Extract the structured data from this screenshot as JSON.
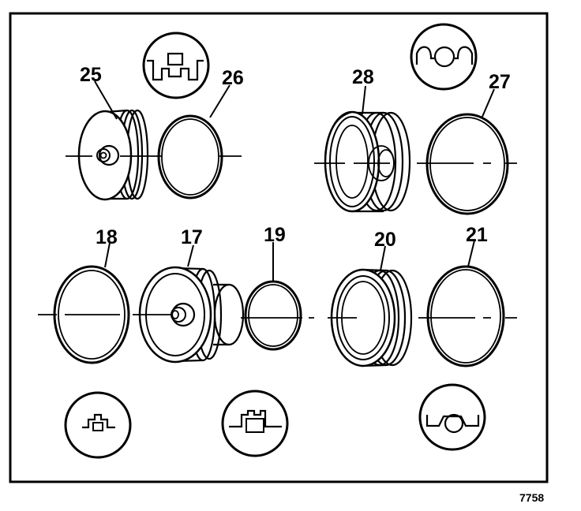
{
  "callouts": {
    "c25": "25",
    "c26": "26",
    "c28": "28",
    "c27": "27",
    "c18": "18",
    "c17": "17",
    "c19": "19",
    "c20": "20",
    "c21": "21"
  },
  "figure_id": "7758"
}
